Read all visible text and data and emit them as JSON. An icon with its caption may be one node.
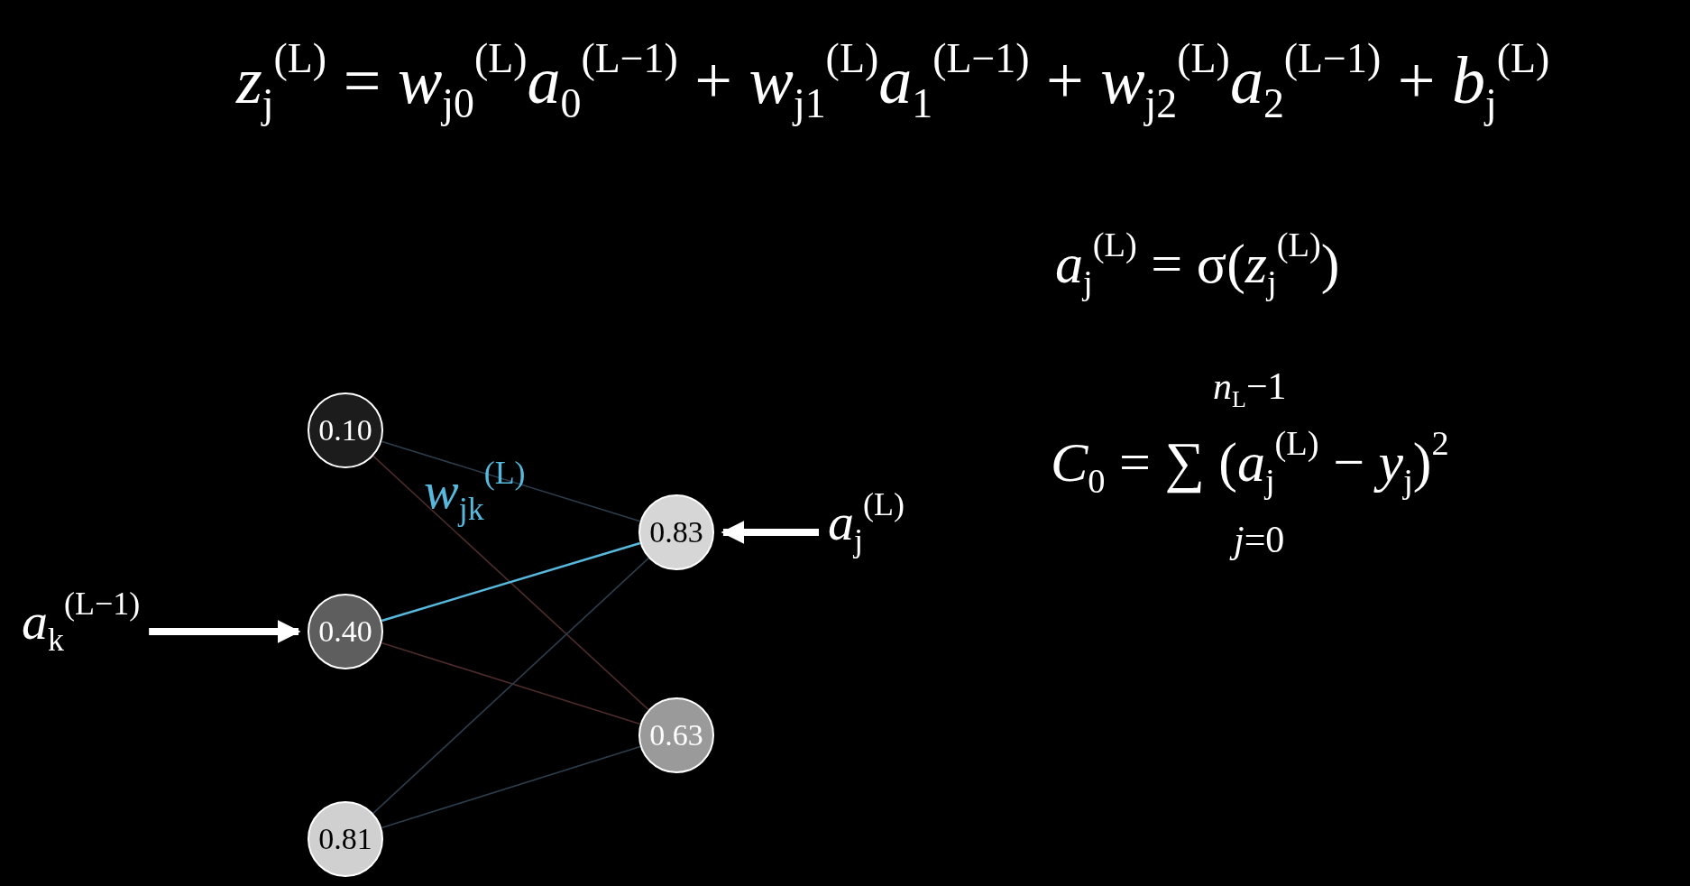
{
  "diagram": {
    "nodes": [
      {
        "text": [
          "0.10"
        ]
      },
      {
        "text": [
          "0.40"
        ]
      },
      {
        "text": [
          "0.81"
        ]
      },
      {
        "text": [
          "0.83"
        ]
      },
      {
        "text": [
          "0.63"
        ]
      },
      {
        "text": [
          "*a*$_{k}$$^{(L−1)}$"
        ]
      },
      {
        "text": [
          "*a*$_{j}$$^{(L)}$"
        ]
      }
    ],
    "edges": [
      {
        "from": 0,
        "to": 3,
        "arrow": "none",
        "color": "#2c3e4c"
      },
      {
        "from": 0,
        "to": 4,
        "arrow": "none",
        "color": "#4c2c2c"
      },
      {
        "from": 1,
        "to": 3,
        "arrow": "none",
        "color": "#58b8dc",
        "label": "*w*$_{jk}$$^{(L)}$"
      },
      {
        "from": 1,
        "to": 4,
        "arrow": "none",
        "color": "#4c2c2c"
      },
      {
        "from": 2,
        "to": 3,
        "arrow": "none",
        "color": "#2c3e4c"
      },
      {
        "from": 2,
        "to": 4,
        "arrow": "none",
        "color": "#2c3e4c"
      },
      {
        "from": 5,
        "to": 1,
        "arrow": "to",
        "style": "thick",
        "color": "#ffffff"
      },
      {
        "from": 6,
        "to": 3,
        "arrow": "to",
        "style": "thick",
        "color": "#ffffff"
      }
    ],
    "labels": [
      "*z*$_{j}$$^{(L)}$ = *w*$_{j0}$$^{(L)}$*a*$_{0}$$^{(L−1)}$ + *w*$_{j1}$$^{(L)}$*a*$_{1}$$^{(L−1)}$ + *w*$_{j2}$$^{(L)}$*a*$_{2}$$^{(L−1)}$ + *b*$_{j}$$^{(L)}$",
      "*a*$_{j}$$^{(L)}$ = σ(*z*$_{j}$$^{(L)}$)",
      "*n*$_{L}$−1",
      "*C*$_{0}$ = ∑ (*a*$_{j}$$^{(L)}$ − *y*$_{j}$)$^{2}$",
      "*j*=0"
    ]
  }
}
